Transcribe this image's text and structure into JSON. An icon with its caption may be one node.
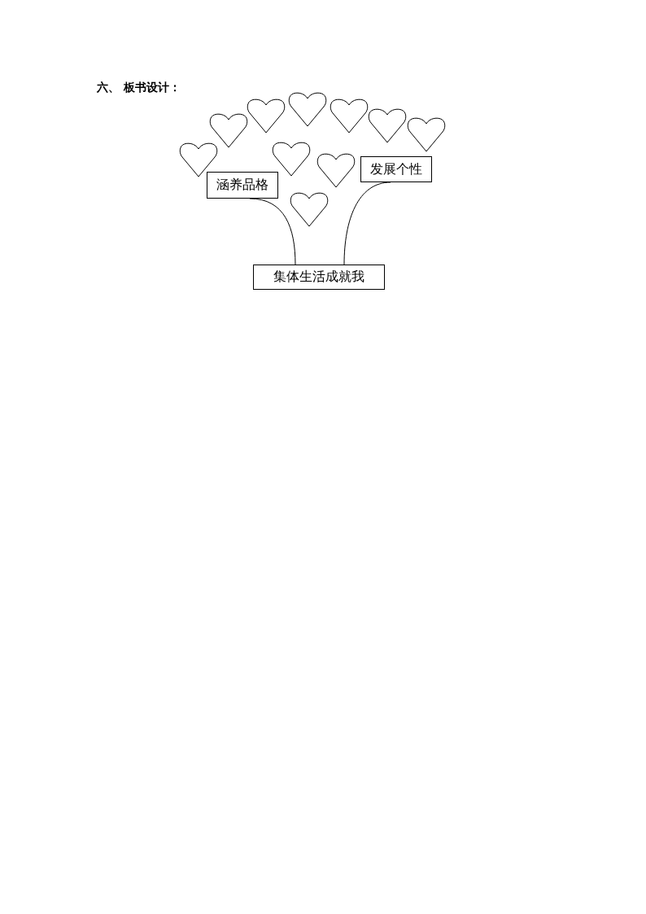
{
  "diagram": {
    "title": "六、 板书设计：",
    "nodes": [
      {
        "text": [
          "涵养品格"
        ]
      },
      {
        "text": [
          "发展个性"
        ]
      },
      {
        "text": [
          "集体生活成就我"
        ]
      }
    ],
    "edges": [
      {
        "from": 2,
        "to": 0,
        "arrow": "none"
      },
      {
        "from": 2,
        "to": 1,
        "arrow": "none"
      }
    ]
  }
}
